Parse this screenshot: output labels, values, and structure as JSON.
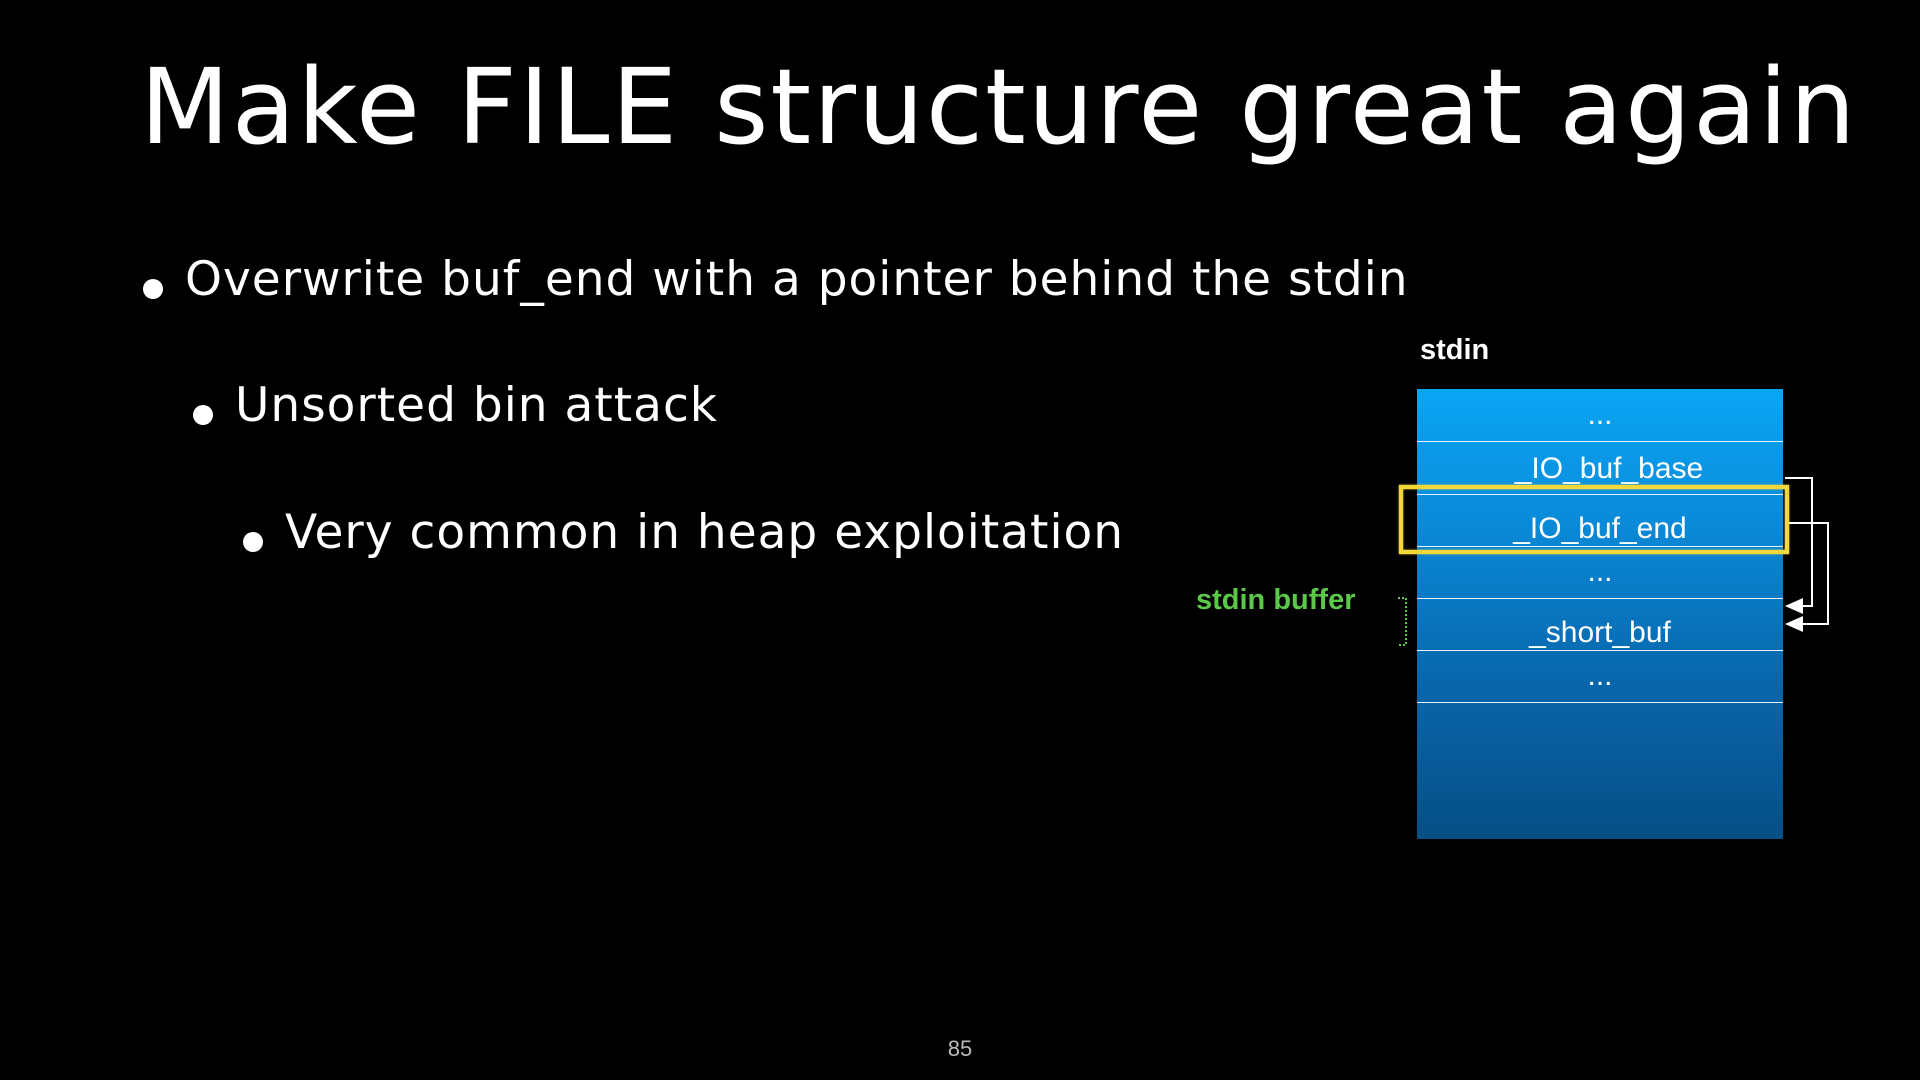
{
  "slide": {
    "title": "Make FILE structure great again",
    "page_number": "85"
  },
  "bullets": [
    {
      "text": "Overwrite buf_end with a pointer behind the stdin",
      "level": 1
    },
    {
      "text": "Unsorted bin attack",
      "level": 2
    },
    {
      "text": "Very common in heap exploitation",
      "level": 3
    }
  ],
  "diagram": {
    "struct_label": "stdin",
    "buffer_label": "stdin buffer",
    "fields": [
      "...",
      "_IO_buf_base",
      "_IO_buf_end",
      "...",
      "_short_buf",
      "..."
    ],
    "highlighted_field": "_IO_buf_end",
    "colors": {
      "struct_top": "#0aa6f5",
      "struct_bottom": "#064f86",
      "highlight": "#f2d83a",
      "buffer_label": "#5cc84a"
    }
  }
}
